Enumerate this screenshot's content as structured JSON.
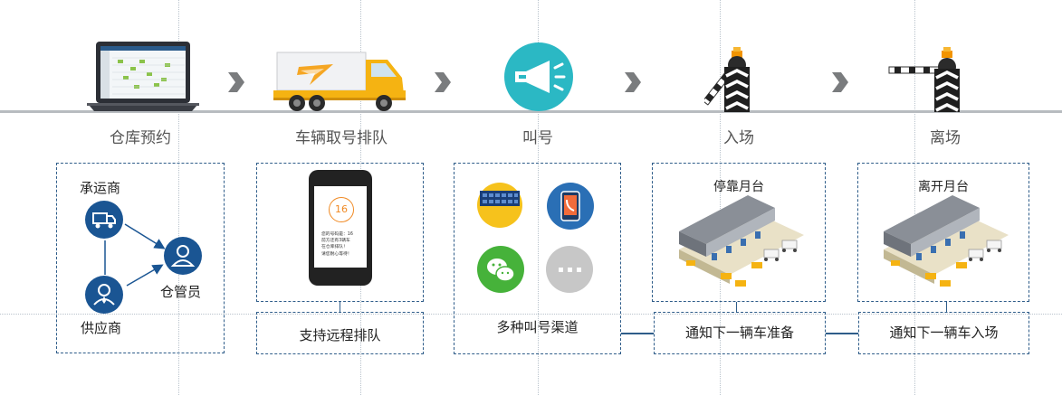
{
  "steps": [
    {
      "label": "仓库预约"
    },
    {
      "label": "车辆取号排队"
    },
    {
      "label": "叫号"
    },
    {
      "label": "入场"
    },
    {
      "label": "离场"
    }
  ],
  "reservation": {
    "carrier_label": "承运商",
    "supplier_label": "供应商",
    "keeper_label": "仓管员"
  },
  "queue": {
    "phone_number": "16",
    "phone_text": "您的号码是：16\n前方还有3辆车\n在仓库排队！\n请您耐心等待！",
    "caption": "支持远程排队"
  },
  "calling": {
    "caption": "多种叫号渠道"
  },
  "entry": {
    "title": "停靠月台",
    "caption": "通知下一辆车准备"
  },
  "exit": {
    "title": "离开月台",
    "caption": "通知下一辆车入场"
  },
  "colors": {
    "accent_blue": "#1a5593",
    "divider": "#b8bcc0",
    "dash_border": "#2f5d8a",
    "teal": "#2bb8c4",
    "truck_yellow": "#f5b312",
    "wechat_green": "#46b23a",
    "grey_dots": "#c7c7c7"
  }
}
